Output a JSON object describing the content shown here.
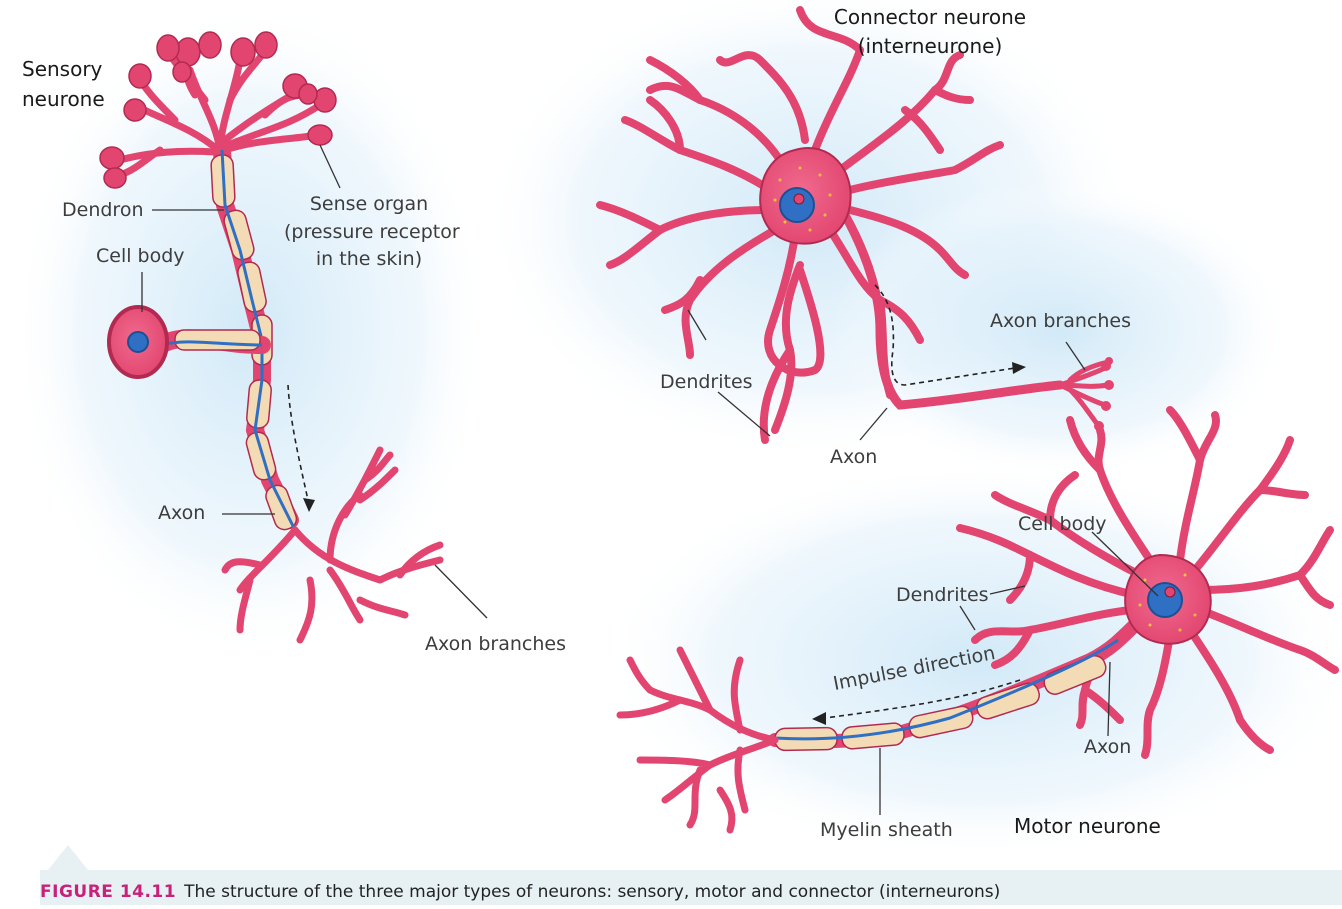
{
  "sensory": {
    "title_line1": "Sensory",
    "title_line2": "neurone",
    "dendron": "Dendron",
    "cell_body": "Cell body",
    "sense_organ_1": "Sense organ",
    "sense_organ_2": "(pressure receptor",
    "sense_organ_3": "in the skin)",
    "axon": "Axon",
    "axon_branches": "Axon branches"
  },
  "connector": {
    "title_line1": "Connector neurone",
    "title_line2": "(interneurone)",
    "dendrites": "Dendrites",
    "axon": "Axon",
    "axon_branches": "Axon branches"
  },
  "motor": {
    "title": "Motor neurone",
    "cell_body": "Cell body",
    "dendrites": "Dendrites",
    "axon": "Axon",
    "myelin_sheath": "Myelin sheath",
    "impulse_direction": "Impulse direction"
  },
  "caption": {
    "figure_label": "FIGURE 14.11",
    "text": "The structure of the three major types of neurons: sensory, motor and connector (interneurons)"
  },
  "colors": {
    "neuron_pink": "#e2456f",
    "neuron_outline": "#b22a50",
    "nucleus_blue": "#2f6fc4",
    "myelin_tan": "#f3dcb5",
    "myelin_gold": "#e7a94a",
    "axon_core": "#2f6fc4",
    "halo": "#d6ecf8",
    "caption_bg": "#e7f1f3",
    "figure_magenta": "#c8217a"
  }
}
